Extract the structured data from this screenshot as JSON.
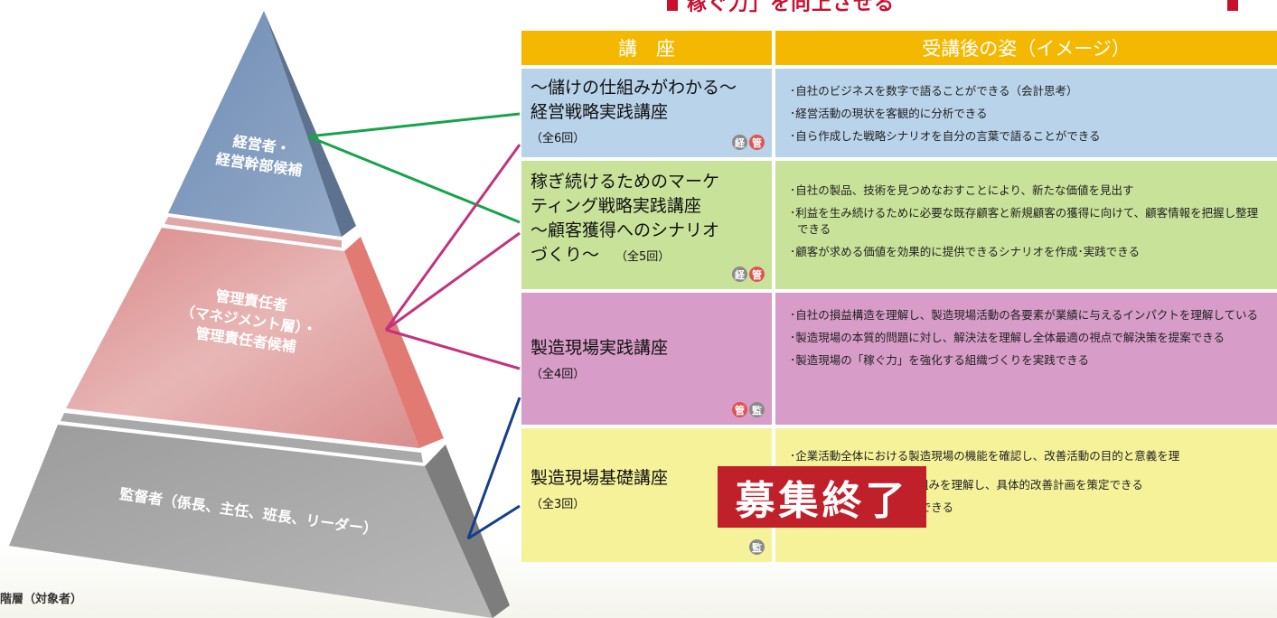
{
  "banner": {
    "text": "稼ぐ力」を向上させる"
  },
  "table": {
    "header_course": "講　座",
    "header_outcome": "受講後の姿（イメージ）"
  },
  "rows": [
    {
      "title_lines": [
        "～儲けの仕組みがわかる～",
        "経営戦略実践講座"
      ],
      "count": "（全6回）",
      "badges": [
        "経",
        "管"
      ],
      "items": [
        "･自社のビジネスを数字で語ることができる（会計思考）",
        "･経営活動の現状を客観的に分析できる",
        "･自ら作成した戦略シナリオを自分の言葉で語ることができる"
      ]
    },
    {
      "title_lines": [
        "稼ぎ続けるためのマーケ",
        "ティング戦略実践講座",
        "～顧客獲得へのシナリオ",
        "づくり～"
      ],
      "count": "（全5回）",
      "badges": [
        "経",
        "管"
      ],
      "items": [
        "･自社の製品、技術を見つめなおすことにより、新たな価値を見出す",
        "･利益を生み続けるために必要な既存顧客と新規顧客の獲得に向けて、顧客情報を把握し整理できる",
        "･顧客が求める価値を効果的に提供できるシナリオを作成･実践できる"
      ]
    },
    {
      "title_lines": [
        "製造現場実践講座"
      ],
      "count": "（全4回）",
      "badges": [
        "管",
        "監"
      ],
      "items": [
        "･自社の損益構造を理解し、製造現場活動の各要素が業績に与えるインパクトを理解している",
        "･製造現場の本質的問題に対し、解決法を理解し全体最適の視点で解決策を提案できる",
        "･製造現場の「稼ぐ力」を強化する組織づくりを実践できる"
      ]
    },
    {
      "title_lines": [
        "製造現場基礎講座"
      ],
      "count": "（全3回）",
      "badges": [
        "監"
      ],
      "items": [
        "･企業活動全体における製造現場の機能を確認し、改善活動の目的と意義を理",
        "す仕組みを理解し、具体的改善計画を策定できる",
        "･その改善計画を継続実践できる"
      ]
    }
  ],
  "stamp": {
    "text": "募集終了"
  },
  "pyramid": {
    "top_lines": [
      "経営者・",
      "経営幹部候補"
    ],
    "middle_lines": [
      "管理責任者",
      "（マネジメント層）・",
      "管理責任者候補"
    ],
    "bottom_label": "監督者（係長、主任、班長、リーダー）"
  },
  "footer": {
    "note": "階層（対象者）"
  },
  "colors": {
    "header": "#f5b800",
    "row1": "#b8d3ea",
    "row2": "#c9e29a",
    "row3": "#d79cc8",
    "row4": "#f6f29a",
    "stamp": "#c0202a",
    "line_green": "#17a34a",
    "line_magenta": "#c2337f",
    "line_navy": "#143d8c"
  }
}
